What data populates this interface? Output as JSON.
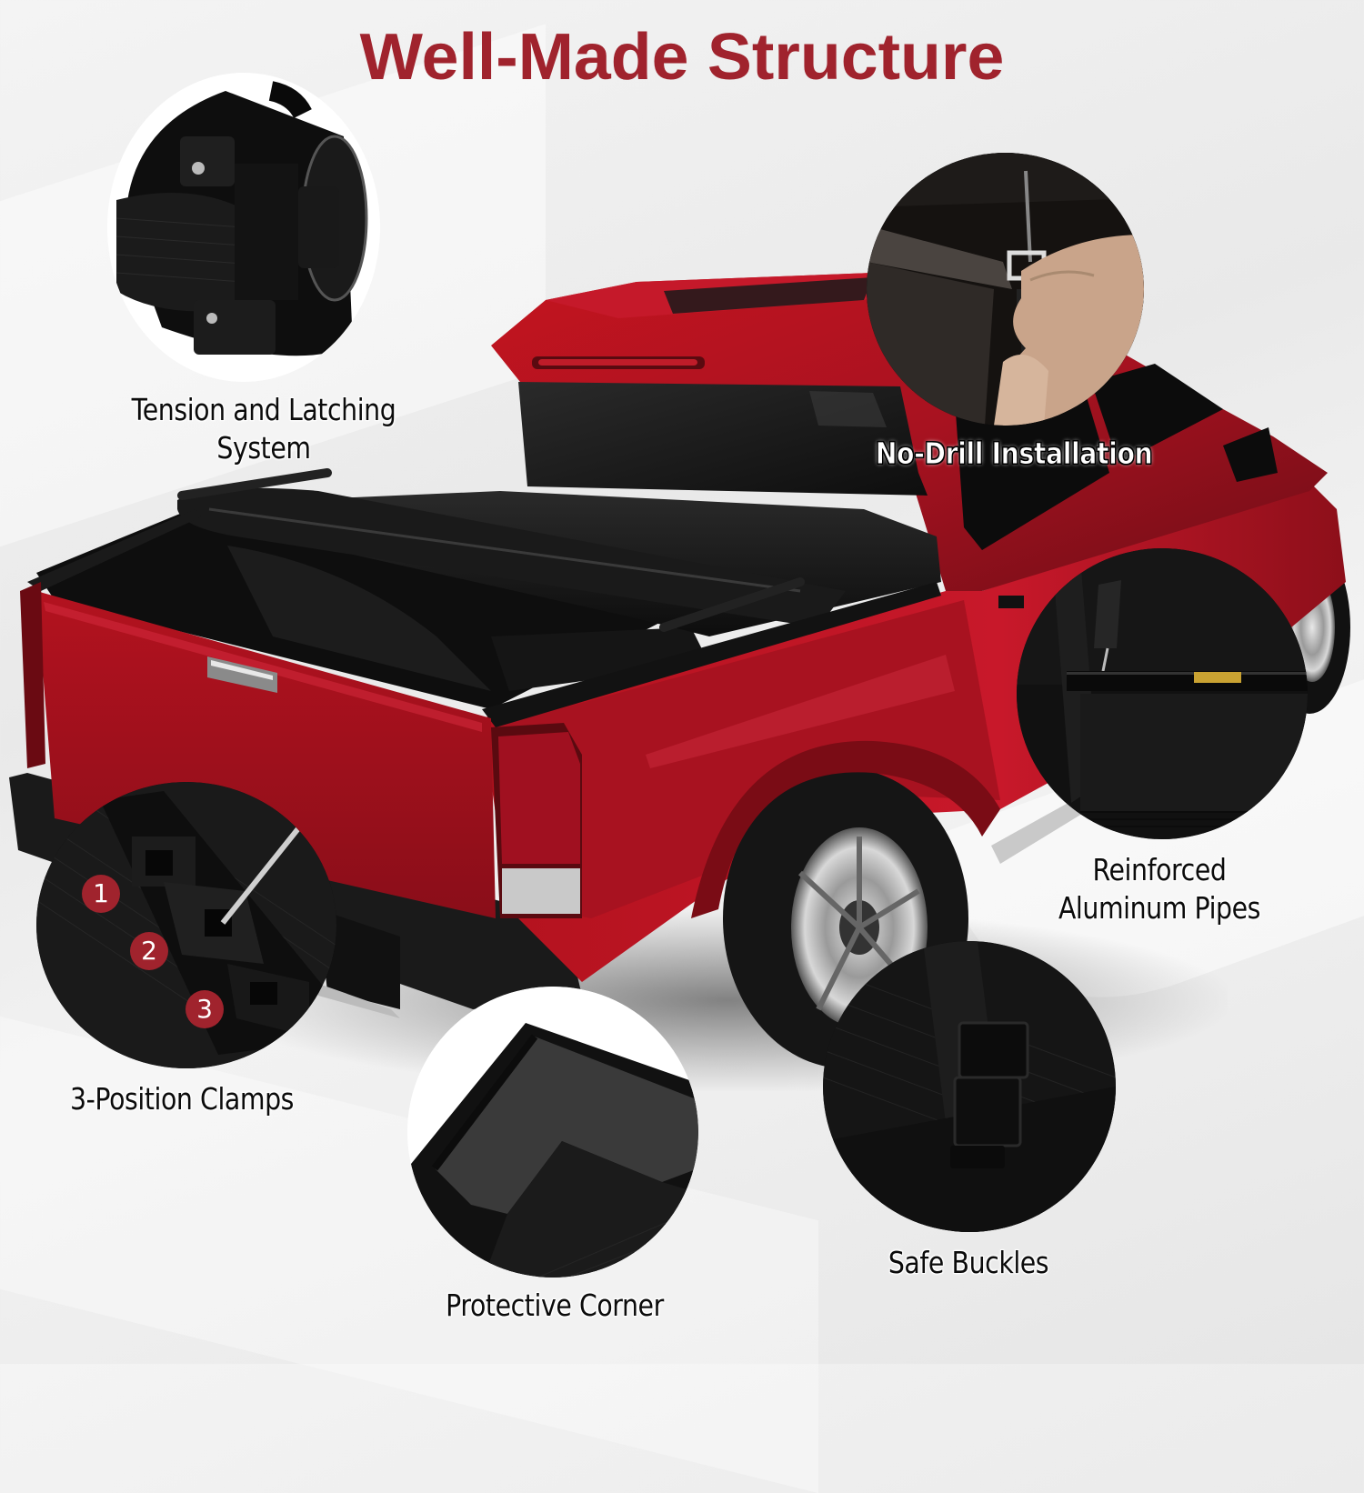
{
  "title": {
    "text": "Well-Made Structure",
    "color": "#a0232d"
  },
  "product": {
    "subject": "red pickup truck with soft roll-up tonneau cover",
    "truck_color": "#b0141f",
    "cover_color": "#141414"
  },
  "callouts": [
    {
      "id": "tension-latching",
      "label_line1": "Tension and Latching",
      "label_line2": "System",
      "image": "tension-latching-mechanism-closeup"
    },
    {
      "id": "no-drill",
      "label_line1": "No-Drill Installation",
      "image": "hand-installing-clamp-closeup"
    },
    {
      "id": "aluminum-pipes",
      "label_line1": "Reinforced",
      "label_line2": "Aluminum Pipes",
      "image": "aluminum-frame-rail-closeup"
    },
    {
      "id": "clamps",
      "label_line1": "3-Position Clamps",
      "image": "three-position-clamp-closeup",
      "badges": [
        "1",
        "2",
        "3"
      ],
      "badge_color": "#a0232d"
    },
    {
      "id": "corner",
      "label_line1": "Protective Corner",
      "image": "protective-corner-pad-closeup"
    },
    {
      "id": "buckles",
      "label_line1": "Safe Buckles",
      "image": "strap-buckle-closeup"
    }
  ]
}
